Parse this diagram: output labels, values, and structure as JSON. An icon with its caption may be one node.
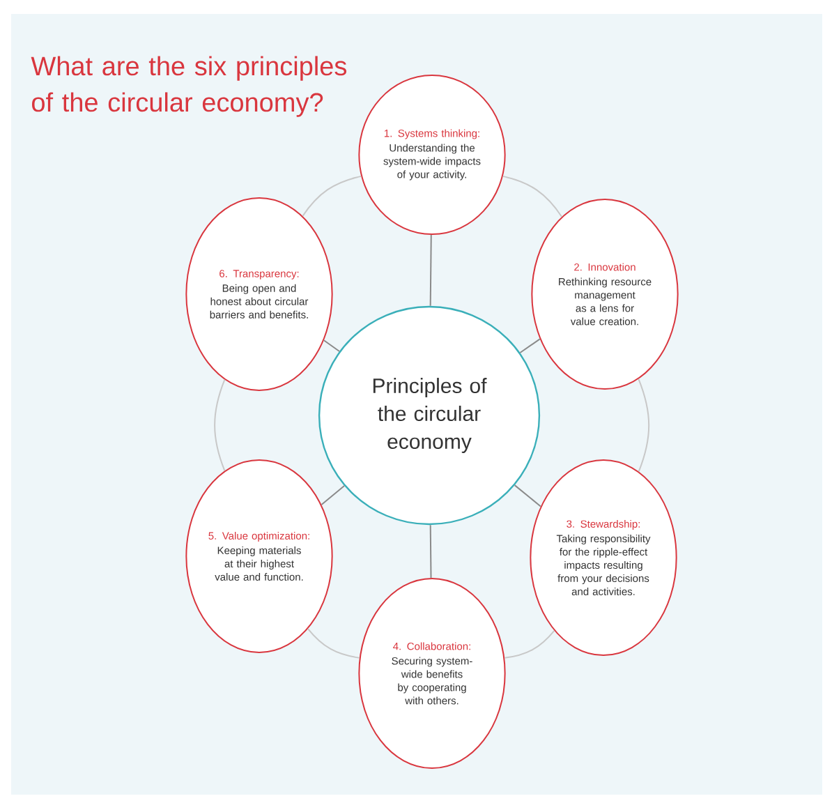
{
  "diagram": {
    "title": "What are the six principles of the circular economy?",
    "nodes": [
      {
        "text": [
          "Principles of the circular economy"
        ]
      },
      {
        "text": [
          "1. Systems thinking:",
          "Understanding the system-wide impacts of your activity."
        ]
      },
      {
        "text": [
          "2. Innovation",
          "Rethinking resource management as a lens for value creation."
        ]
      },
      {
        "text": [
          "3. Stewardship:",
          "Taking responsibility for the ripple-effect impacts resulting from your decisions and activities."
        ]
      },
      {
        "text": [
          "4. Collaboration:",
          "Securing system-wide benefits by cooperating with others."
        ]
      },
      {
        "text": [
          "5. Value optimization:",
          "Keeping materials at their highest value and function."
        ]
      },
      {
        "text": [
          "6. Transparency:",
          "Being open and honest about circular barriers and benefits."
        ]
      }
    ],
    "edges": [
      {
        "from": 0,
        "to": 1,
        "arrow": "none"
      },
      {
        "from": 0,
        "to": 2,
        "arrow": "none"
      },
      {
        "from": 0,
        "to": 3,
        "arrow": "none"
      },
      {
        "from": 0,
        "to": 4,
        "arrow": "none"
      },
      {
        "from": 0,
        "to": 5,
        "arrow": "none"
      },
      {
        "from": 0,
        "to": 6,
        "arrow": "none"
      },
      {
        "from": 1,
        "to": 2,
        "arrow": "none",
        "color": "#c8c8c8"
      },
      {
        "from": 2,
        "to": 3,
        "arrow": "none",
        "color": "#c8c8c8"
      },
      {
        "from": 3,
        "to": 4,
        "arrow": "none",
        "color": "#c8c8c8"
      },
      {
        "from": 4,
        "to": 5,
        "arrow": "none",
        "color": "#c8c8c8"
      },
      {
        "from": 5,
        "to": 6,
        "arrow": "none",
        "color": "#c8c8c8"
      },
      {
        "from": 6,
        "to": 1,
        "arrow": "none",
        "color": "#c8c8c8"
      }
    ]
  }
}
